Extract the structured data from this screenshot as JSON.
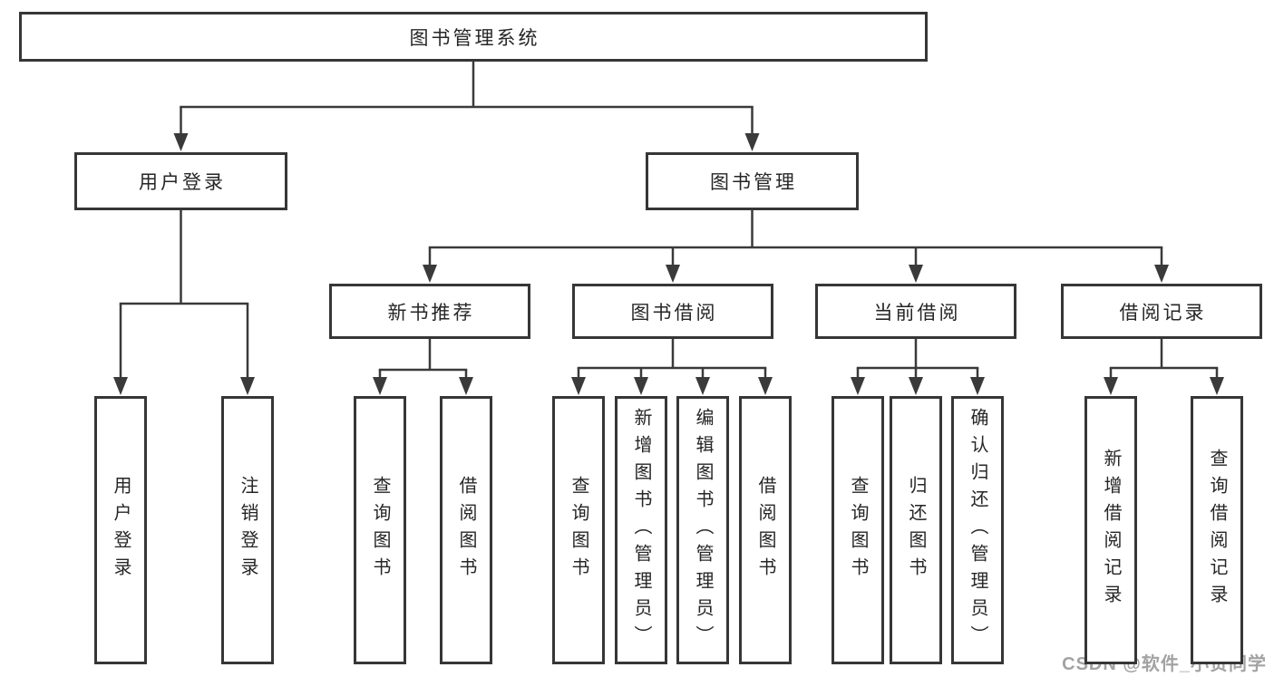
{
  "diagram": {
    "title": "图书管理系统",
    "watermark": "CSDN @软件_小贺同学",
    "colors": {
      "line": "#3a3a3a",
      "box_border": "#363636",
      "box_fill": "#ffffff",
      "text": "#262626",
      "watermark": "#a3a3a3",
      "background": "#ffffff"
    },
    "nodes": [
      {
        "id": "root",
        "label": "图书管理系统",
        "children": [
          "login",
          "mgmt"
        ]
      },
      {
        "id": "login",
        "label": "用户登录",
        "children": [
          "login-user",
          "login-logout"
        ]
      },
      {
        "id": "mgmt",
        "label": "图书管理",
        "children": [
          "rec",
          "borrow",
          "current",
          "records"
        ]
      },
      {
        "id": "rec",
        "label": "新书推荐",
        "children": [
          "rec-query",
          "rec-borrow"
        ]
      },
      {
        "id": "borrow",
        "label": "图书借阅",
        "children": [
          "borrow-query",
          "borrow-add",
          "borrow-edit",
          "borrow-borrow"
        ]
      },
      {
        "id": "current",
        "label": "当前借阅",
        "children": [
          "cur-query",
          "cur-return",
          "cur-confirm"
        ]
      },
      {
        "id": "records",
        "label": "借阅记录",
        "children": [
          "records-add",
          "records-query"
        ]
      },
      {
        "id": "login-user",
        "label": "用户登录",
        "children": []
      },
      {
        "id": "login-logout",
        "label": "注销登录",
        "children": []
      },
      {
        "id": "rec-query",
        "label": "查询图书",
        "children": []
      },
      {
        "id": "rec-borrow",
        "label": "借阅图书",
        "children": []
      },
      {
        "id": "borrow-query",
        "label": "查询图书",
        "children": []
      },
      {
        "id": "borrow-add",
        "label": "新增图书（管理员）",
        "children": []
      },
      {
        "id": "borrow-edit",
        "label": "编辑图书（管理员）",
        "children": []
      },
      {
        "id": "borrow-borrow",
        "label": "借阅图书",
        "children": []
      },
      {
        "id": "cur-query",
        "label": "查询图书",
        "children": []
      },
      {
        "id": "cur-return",
        "label": "归还图书",
        "children": []
      },
      {
        "id": "cur-confirm",
        "label": "确认归还（管理员）",
        "children": []
      },
      {
        "id": "records-add",
        "label": "新增借阅记录",
        "children": []
      },
      {
        "id": "records-query",
        "label": "查询借阅记录",
        "children": []
      }
    ]
  }
}
